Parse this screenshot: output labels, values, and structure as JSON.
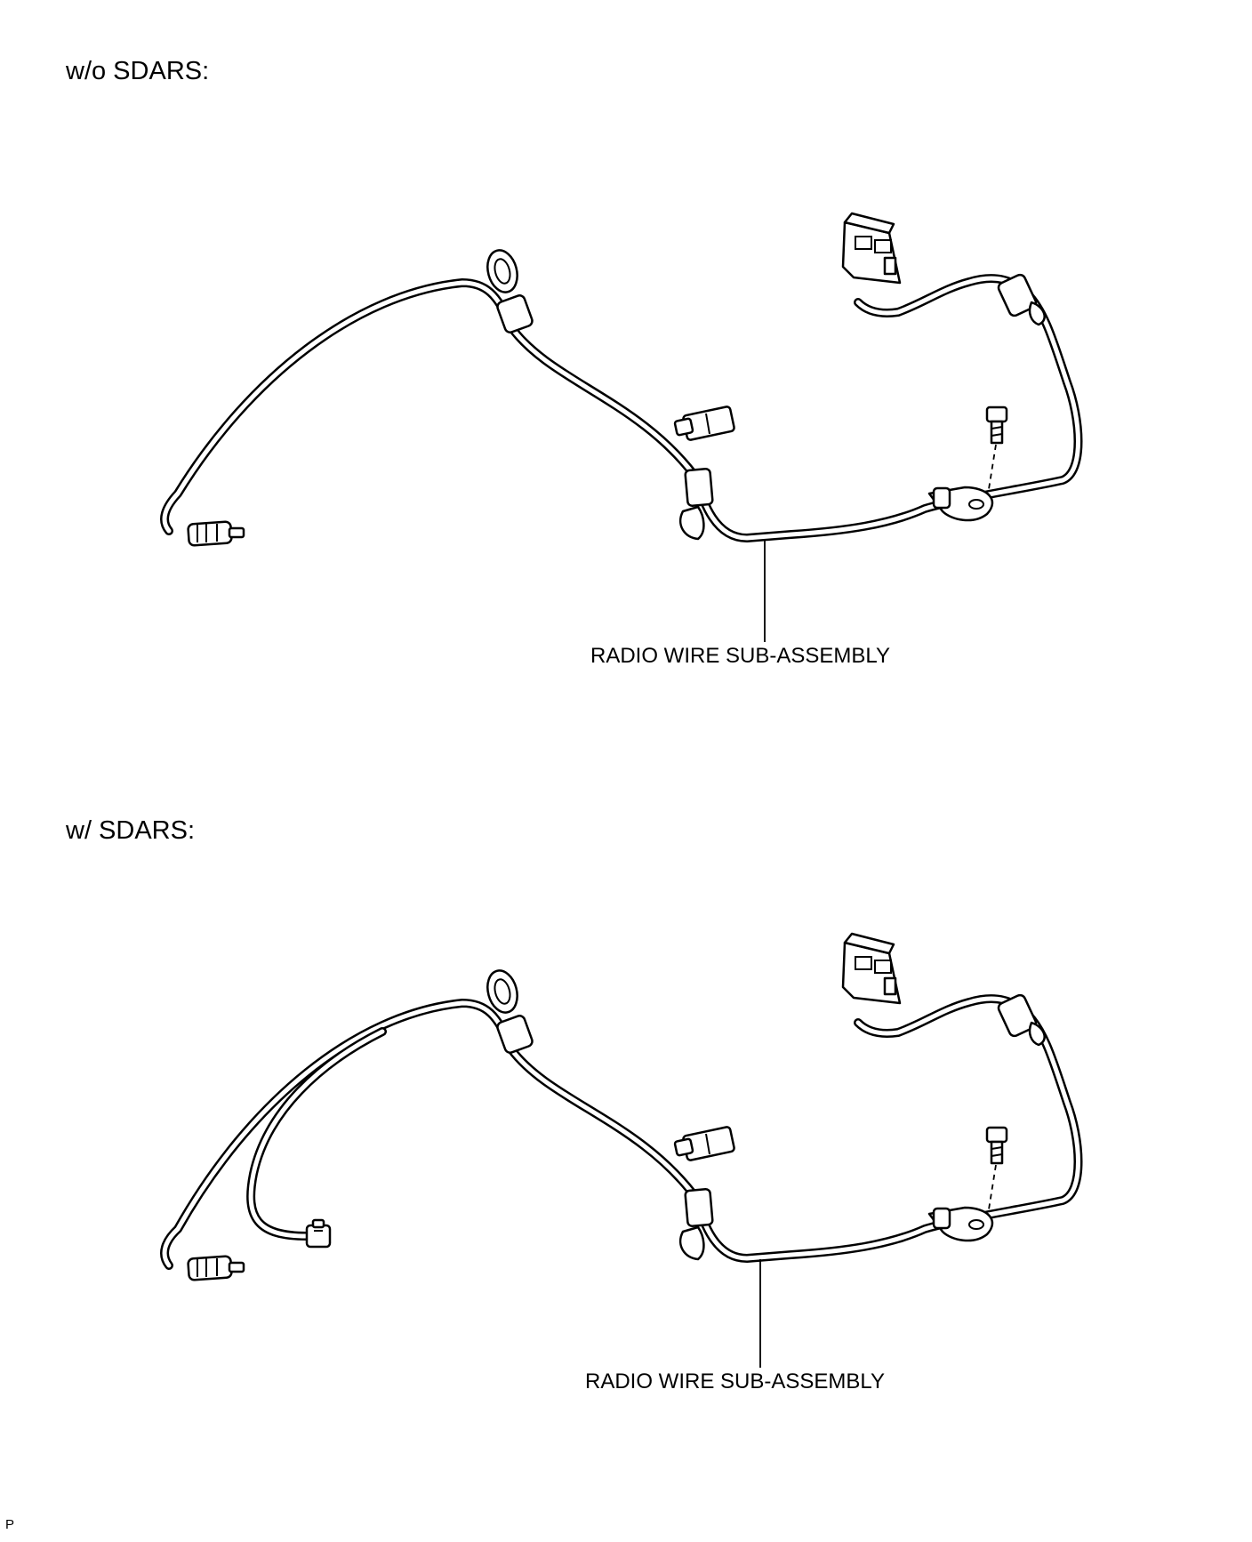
{
  "panels": [
    {
      "heading": "w/o SDARS:",
      "callout": "RADIO WIRE SUB-ASSEMBLY"
    },
    {
      "heading": "w/ SDARS:",
      "callout": "RADIO WIRE SUB-ASSEMBLY"
    }
  ],
  "corner_mark": "P",
  "colors": {
    "line": "#000000",
    "background": "#ffffff"
  }
}
